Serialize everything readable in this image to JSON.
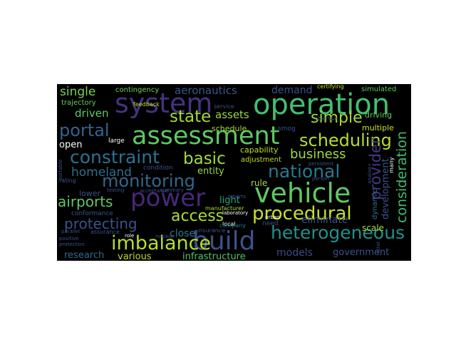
{
  "word_cloud": {
    "background": "#000000",
    "words": [
      {
        "text": "operation",
        "color": "#43bf71"
      },
      {
        "text": "assessment",
        "color": "#5ec962"
      },
      {
        "text": "system",
        "color": "#46327e"
      },
      {
        "text": "vehicle",
        "color": "#5ec962"
      },
      {
        "text": "power",
        "color": "#482878"
      },
      {
        "text": "build",
        "color": "#3b528b"
      },
      {
        "text": "imbalance",
        "color": "#b5de2b"
      },
      {
        "text": "procedural",
        "color": "#c8e020"
      },
      {
        "text": "heterogeneous",
        "color": "#21918c"
      },
      {
        "text": "national",
        "color": "#2a788e"
      },
      {
        "text": "constraint",
        "color": "#2c728e"
      },
      {
        "text": "monitoring",
        "color": "#31688e"
      },
      {
        "text": "scheduling",
        "color": "#b5de2b"
      },
      {
        "text": "portal",
        "color": "#33638d"
      },
      {
        "text": "basic",
        "color": "#a2da37"
      },
      {
        "text": "state",
        "color": "#a5db36"
      },
      {
        "text": "simple",
        "color": "#a8db34"
      },
      {
        "text": "access",
        "color": "#addc30"
      },
      {
        "text": "airports",
        "color": "#5ec962"
      },
      {
        "text": "protecting",
        "color": "#3b528b"
      },
      {
        "text": "provider",
        "color": "#443983"
      },
      {
        "text": "consideration",
        "color": "#3dbc74"
      },
      {
        "text": "homeland",
        "color": "#2e6f8e"
      },
      {
        "text": "business",
        "color": "#a0da39"
      },
      {
        "text": "aeronautics",
        "color": "#39568c"
      },
      {
        "text": "single",
        "color": "#7ad151"
      },
      {
        "text": "driven",
        "color": "#5ec962"
      },
      {
        "text": "assets",
        "color": "#9bd93c"
      },
      {
        "text": "demand",
        "color": "#3b528b"
      },
      {
        "text": "models",
        "color": "#3e4989"
      },
      {
        "text": "government",
        "color": "#3b528b"
      },
      {
        "text": "research",
        "color": "#31688e"
      },
      {
        "text": "infrastructure",
        "color": "#52c569"
      },
      {
        "text": "various",
        "color": "#b8de29"
      },
      {
        "text": "close",
        "color": "#2a788e"
      },
      {
        "text": "eliminate",
        "color": "#3b528b"
      },
      {
        "text": "scale",
        "color": "#a8db34"
      },
      {
        "text": "open",
        "color": "#ffffff"
      },
      {
        "text": "entity",
        "color": "#95d840"
      },
      {
        "text": "rule",
        "color": "#aadc32"
      },
      {
        "text": "light",
        "color": "#22a884"
      },
      {
        "text": "development",
        "color": "#3b528b"
      },
      {
        "text": "capability",
        "color": "#bddf26"
      },
      {
        "text": "schedule",
        "color": "#aadc32"
      },
      {
        "text": "multiple",
        "color": "#c8e020"
      },
      {
        "text": "driving",
        "color": "#5ec962"
      },
      {
        "text": "contingency",
        "color": "#75d054"
      },
      {
        "text": "trajectory",
        "color": "#6ccd5a"
      },
      {
        "text": "lower",
        "color": "#3b528b"
      },
      {
        "text": "conformance",
        "color": "#3b528b"
      },
      {
        "text": "condition",
        "color": "#3b528b"
      },
      {
        "text": "adjustment",
        "color": "#c2df23"
      },
      {
        "text": "dynamic",
        "color": "#2c728e"
      },
      {
        "text": "simulated",
        "color": "#5ec962"
      },
      {
        "text": "certifying",
        "color": "#c2df23"
      },
      {
        "text": "manufacturer",
        "color": "#a8db34"
      },
      {
        "text": "local",
        "color": "#ffffff"
      },
      {
        "text": "insurance",
        "color": "#3b528b"
      },
      {
        "text": "assurance",
        "color": "#3b528b"
      },
      {
        "text": "rating",
        "color": "#3b528b"
      },
      {
        "text": "summary",
        "color": "#3b528b"
      },
      {
        "text": "acceptance",
        "color": "#3b528b"
      },
      {
        "text": "testing",
        "color": "#3b528b"
      },
      {
        "text": "service",
        "color": "#3b528b"
      },
      {
        "text": "company",
        "color": "#2a788e"
      },
      {
        "text": "reports",
        "color": "#3b528b"
      },
      {
        "text": "laboratory",
        "color": "#ffffff"
      },
      {
        "text": "need",
        "color": "#3b528b"
      },
      {
        "text": "urban",
        "color": "#ffffff"
      },
      {
        "text": "person",
        "color": "#3b528b"
      },
      {
        "text": "persistent",
        "color": "#3b528b"
      },
      {
        "text": "objective",
        "color": "#3b528b"
      },
      {
        "text": "many",
        "color": "#ffffff"
      },
      {
        "text": "parallel",
        "color": "#3b528b"
      },
      {
        "text": "positive",
        "color": "#3b528b"
      },
      {
        "text": "protection",
        "color": "#3b528b"
      },
      {
        "text": "feedback",
        "color": "#c2df23"
      },
      {
        "text": "large",
        "color": "#ffffff"
      },
      {
        "text": "smog",
        "color": "#3b528b"
      },
      {
        "text": "nuclear",
        "color": "#3b528b"
      },
      {
        "text": "role",
        "color": "#ffffff"
      },
      {
        "text": "portable",
        "color": "#3b528b"
      },
      {
        "text": "rural",
        "color": "#3b528b"
      },
      {
        "text": "analog",
        "color": "#3b528b"
      }
    ]
  }
}
